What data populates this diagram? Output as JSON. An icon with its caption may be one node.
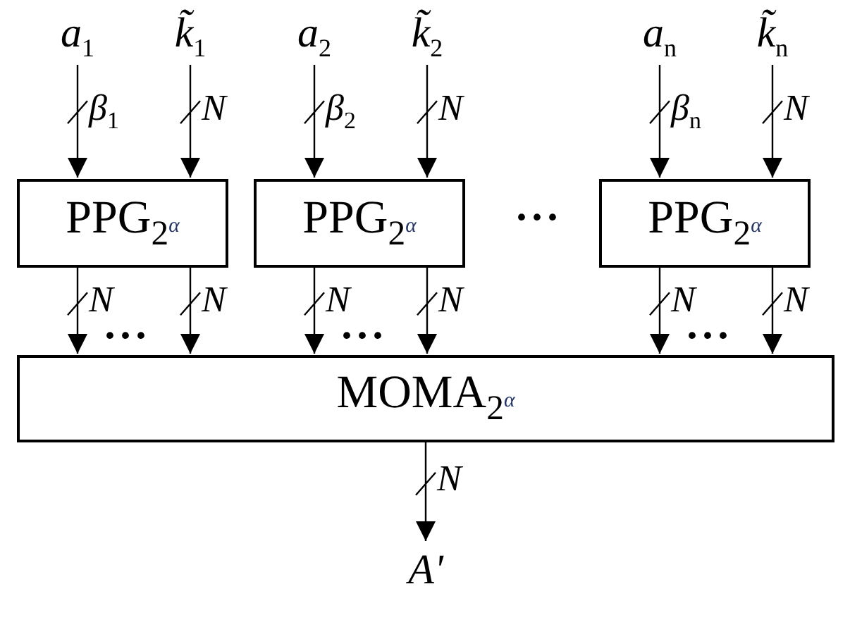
{
  "diagram": {
    "nodes": [
      {
        "text": [
          "*a*$_{1}$"
        ]
      },
      {
        "text": [
          "*k̃*$_{1}$"
        ]
      },
      {
        "text": [
          "*a*$_{2}$"
        ]
      },
      {
        "text": [
          "*k̃*$_{2}$"
        ]
      },
      {
        "text": [
          "*a*$_{n}$"
        ]
      },
      {
        "text": [
          "*k̃*$_{n}$"
        ]
      },
      {
        "text": [
          "PPG$_{2}$$^{α}$"
        ]
      },
      {
        "text": [
          "PPG$_{2}$$^{α}$"
        ]
      },
      {
        "text": [
          "PPG$_{2}$$^{α}$"
        ]
      },
      {
        "text": [
          "MOMA$_{2}$$^{α}$"
        ]
      },
      {
        "text": [
          "*A'*"
        ]
      }
    ],
    "edges": [
      {
        "from": 0,
        "to": 6,
        "arrow": "to",
        "label": "*β*$_{1}$"
      },
      {
        "from": 1,
        "to": 6,
        "arrow": "to",
        "label": "*N*"
      },
      {
        "from": 2,
        "to": 7,
        "arrow": "to",
        "label": "*β*$_{2}$"
      },
      {
        "from": 3,
        "to": 7,
        "arrow": "to",
        "label": "*N*"
      },
      {
        "from": 4,
        "to": 8,
        "arrow": "to",
        "label": "*β*$_{n}$"
      },
      {
        "from": 5,
        "to": 8,
        "arrow": "to",
        "label": "*N*"
      },
      {
        "from": 6,
        "to": 9,
        "arrow": "to",
        "label": "*N*"
      },
      {
        "from": 6,
        "to": 9,
        "arrow": "to",
        "label": "*N*"
      },
      {
        "from": 7,
        "to": 9,
        "arrow": "to",
        "label": "*N*"
      },
      {
        "from": 7,
        "to": 9,
        "arrow": "to",
        "label": "*N*"
      },
      {
        "from": 8,
        "to": 9,
        "arrow": "to",
        "label": "*N*"
      },
      {
        "from": 8,
        "to": 9,
        "arrow": "to",
        "label": "*N*"
      },
      {
        "from": 9,
        "to": 10,
        "arrow": "to",
        "label": "*N*"
      }
    ],
    "labels": [
      "···",
      "···",
      "···",
      "···"
    ]
  }
}
